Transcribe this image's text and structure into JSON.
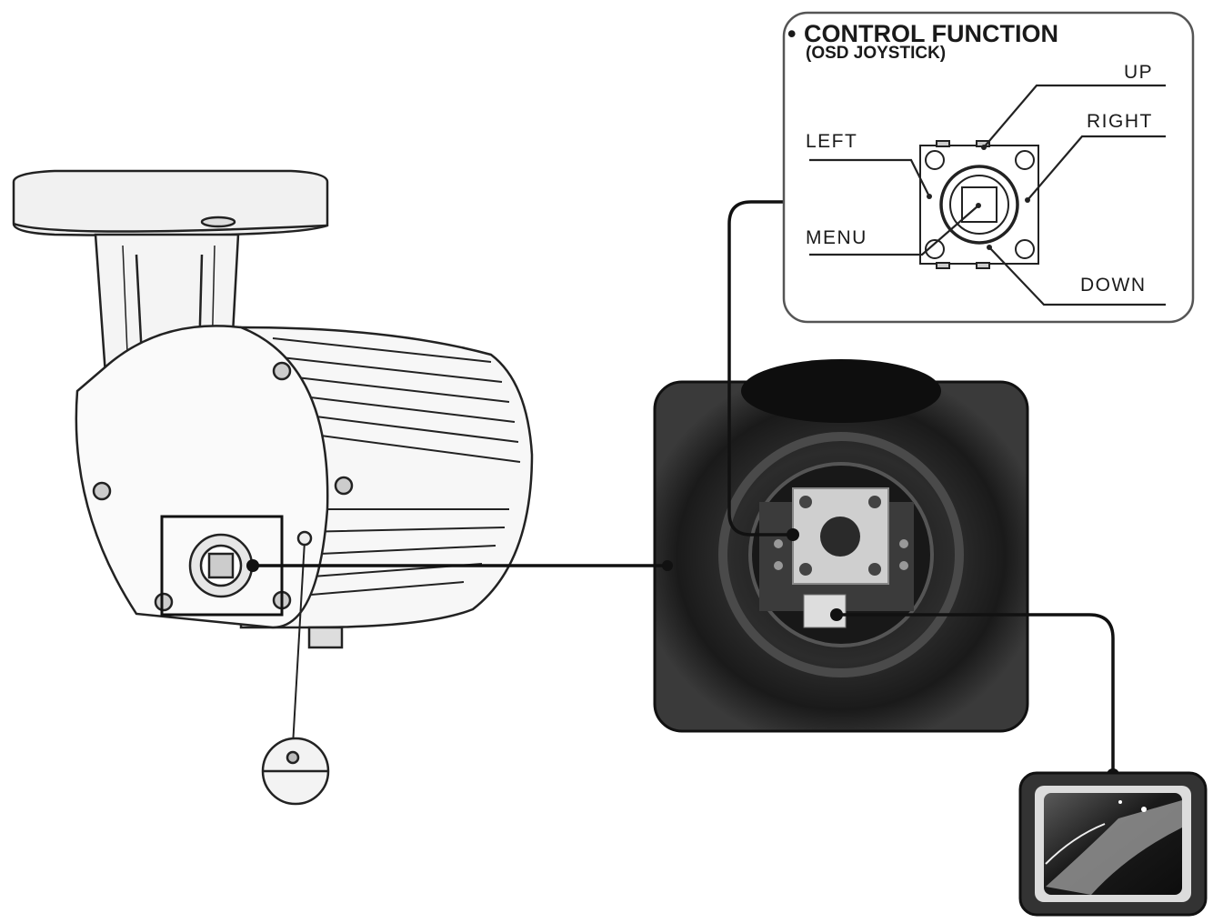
{
  "panel": {
    "bullet": "•",
    "title": "CONTROL FUNCTION",
    "subtitle": "(OSD JOYSTICK)",
    "directions": {
      "up": "UP",
      "right": "RIGHT",
      "left": "LEFT",
      "menu": "MENU",
      "down": "DOWN"
    }
  },
  "colors": {
    "line": "#111111",
    "panel_border": "#555555",
    "photo_dark": "#2a2a2a",
    "board": "#cfcfcf"
  },
  "icons": {
    "camera": "bullet-camera-illustration",
    "joystick": "joystick-switch-diagram",
    "photo": "camera-back-photo",
    "monitor": "monitor-thumbnail"
  }
}
